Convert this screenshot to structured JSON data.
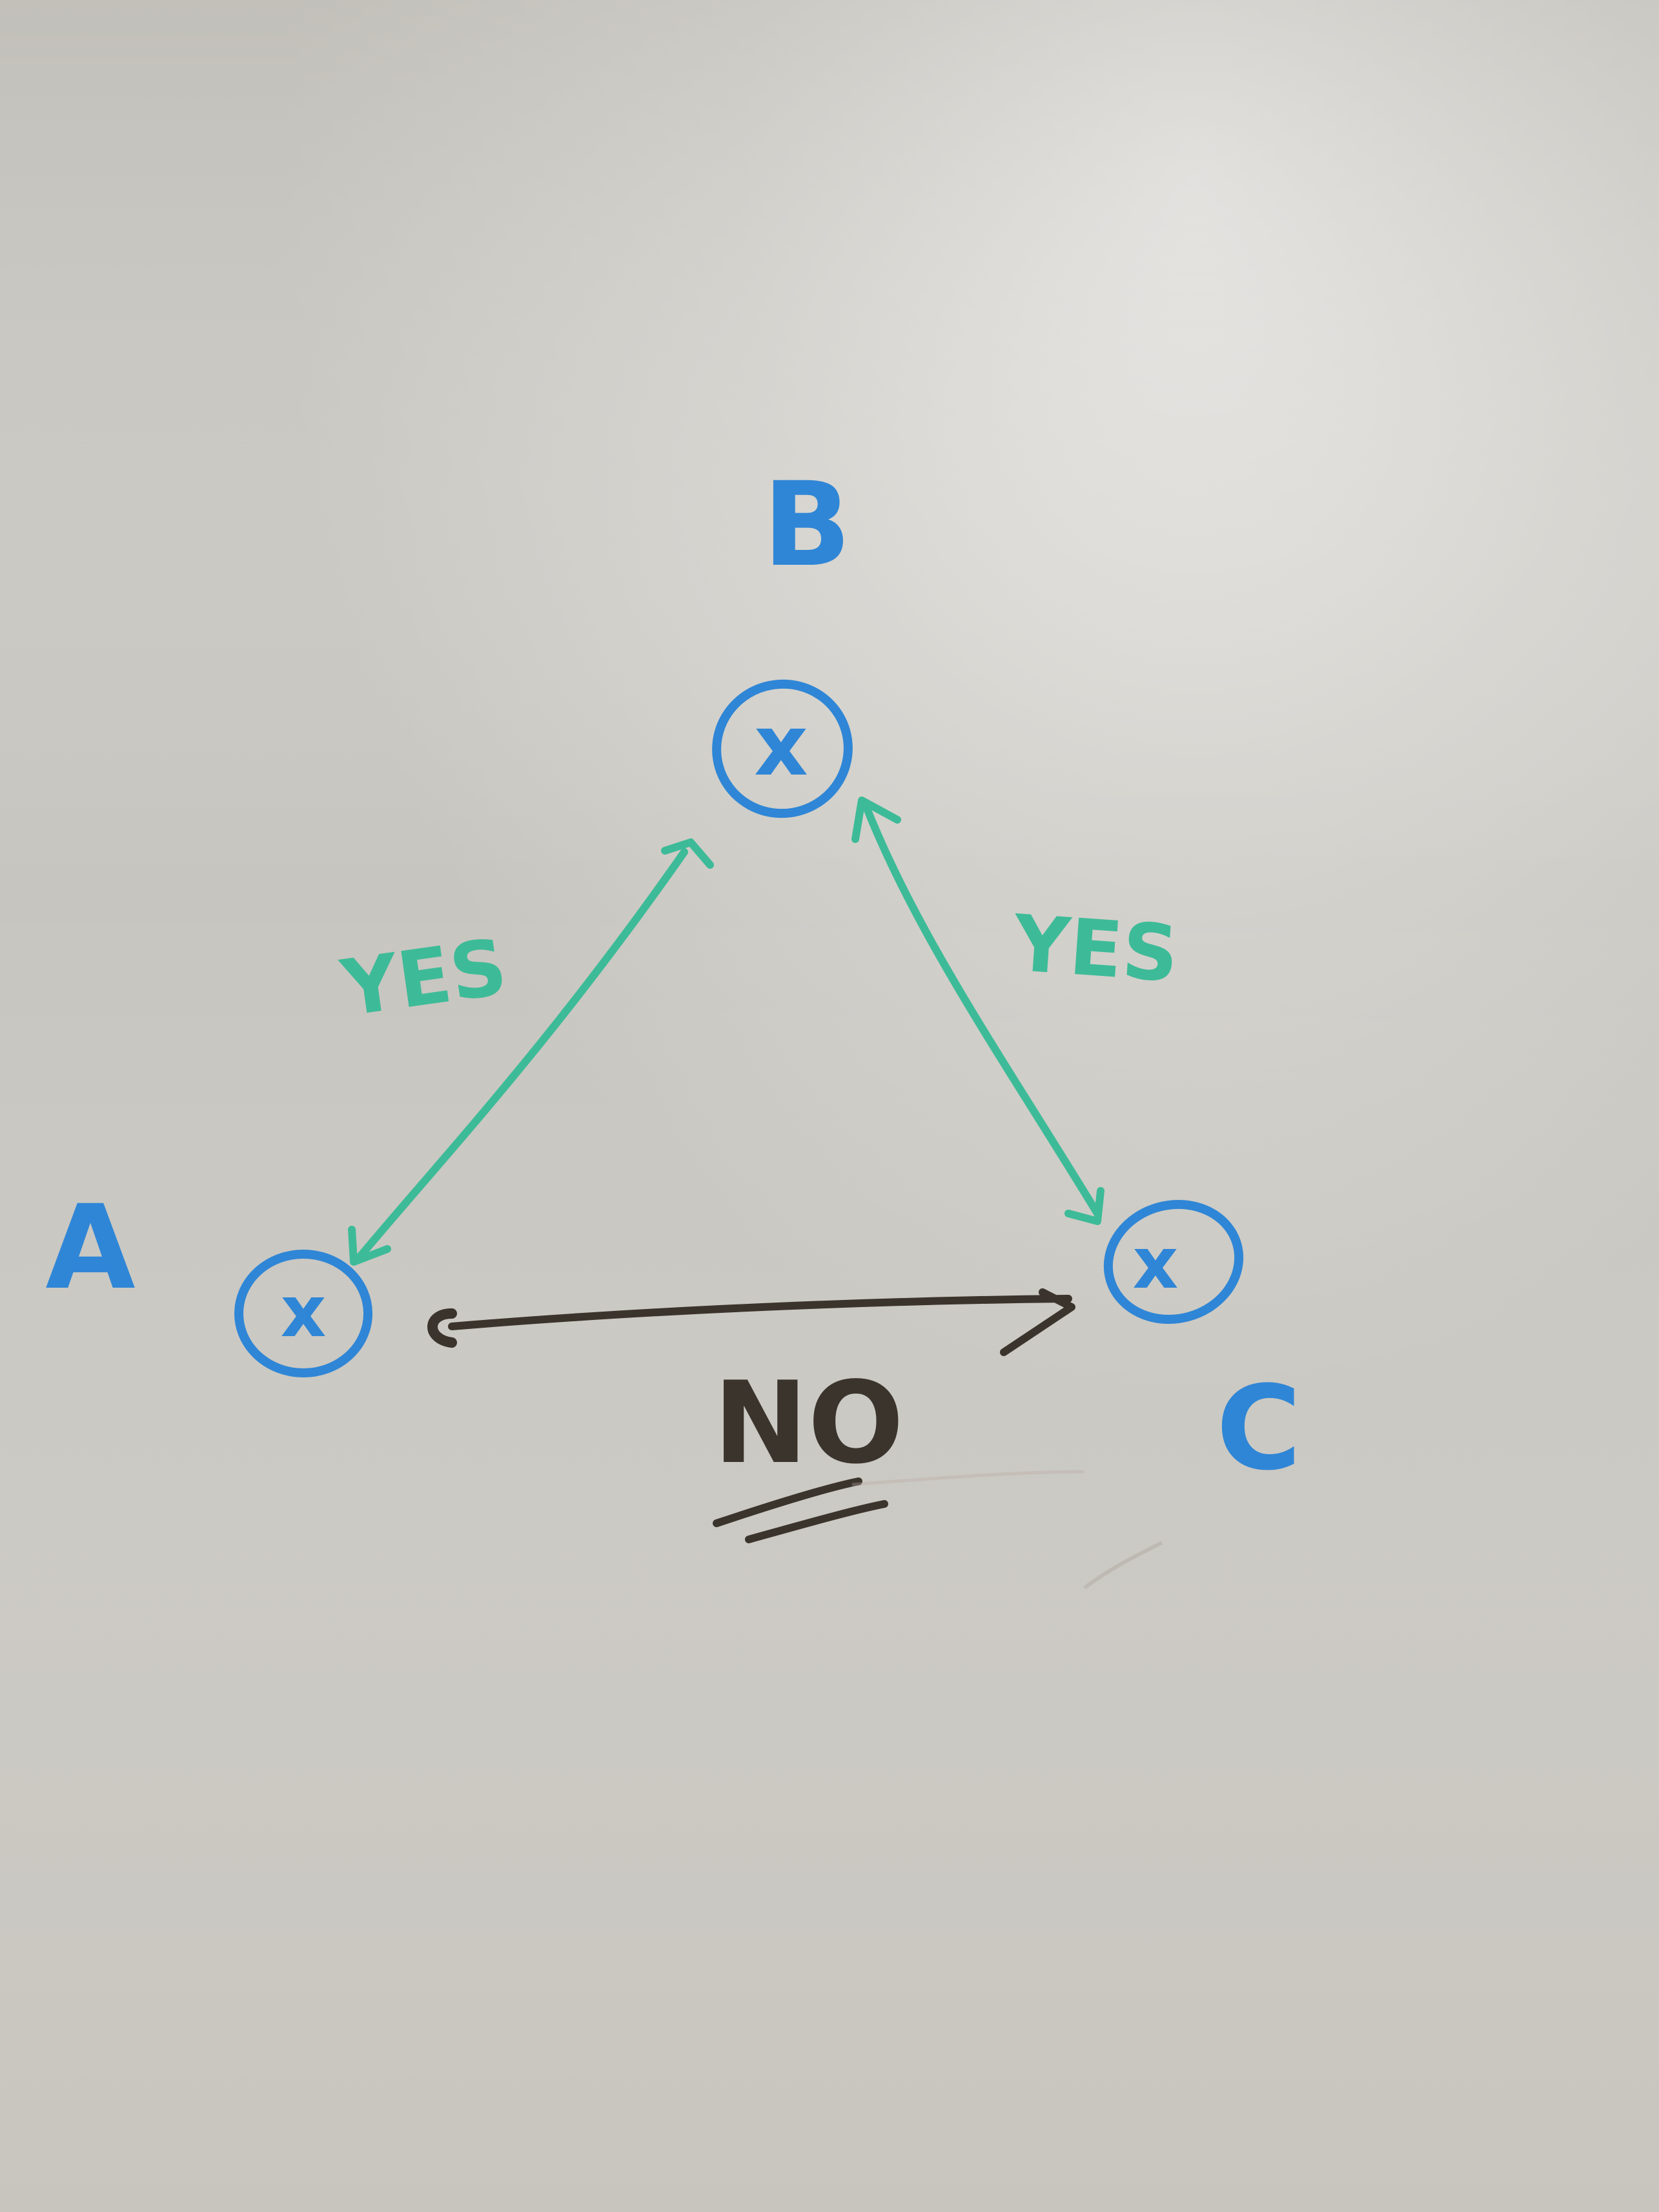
{
  "nodes": [
    {
      "id": "A",
      "label": "A",
      "mark": "x"
    },
    {
      "id": "B",
      "label": "B",
      "mark": "x"
    },
    {
      "id": "C",
      "label": "C",
      "mark": "x"
    }
  ],
  "edges": [
    {
      "from": "A",
      "to": "B",
      "label": "YES",
      "bidirectional": true,
      "color": "#3dbb98"
    },
    {
      "from": "B",
      "to": "C",
      "label": "YES",
      "bidirectional": true,
      "color": "#3dbb98"
    },
    {
      "from": "A",
      "to": "C",
      "label": "NO",
      "bidirectional": true,
      "color": "#3b342c",
      "underlined": true
    }
  ],
  "colors": {
    "node_ink": "#2f86d6",
    "yes_ink": "#3dbb98",
    "no_ink": "#3b342c",
    "board": "#d9d7d1"
  }
}
